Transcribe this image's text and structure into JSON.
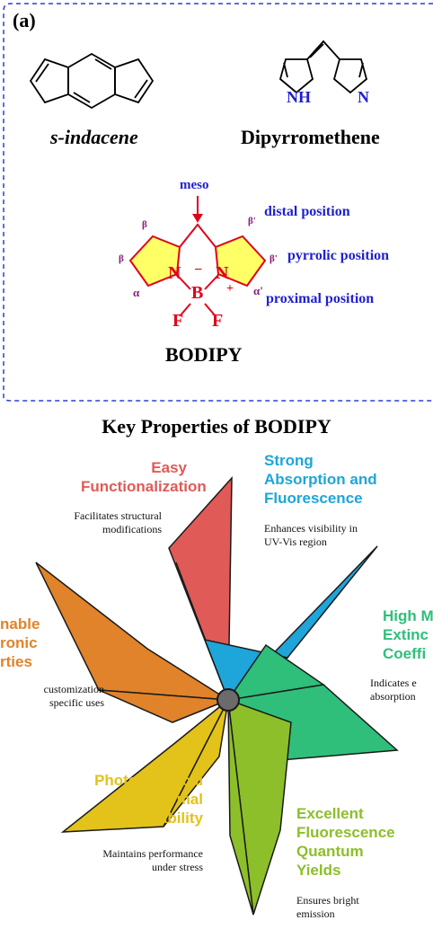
{
  "panel_a": {
    "label": "(a)",
    "indacene_label": "s-indacene",
    "dipyrro_label": "Dipyrromethene",
    "nh_label": "NH",
    "n_label": "N",
    "bodipy_label": "BODIPY",
    "meso_label": "meso",
    "beta": "β",
    "beta_prime": "β'",
    "alpha": "α",
    "alpha_prime": "α'",
    "atom_n": "N",
    "atom_b": "B",
    "atom_f": "F",
    "minus": "−",
    "plus": "+",
    "distal": "distal position",
    "pyrrolic": "pyrrolic position",
    "proximal": "proximal position",
    "colors": {
      "border": "#2a3fd6",
      "label_blue": "#1f1fd0",
      "atom_red": "#e0001a",
      "greek": "#8a1c7a",
      "ring_fill": "#ffff66"
    }
  },
  "panel_b": {
    "title": "Key Properties of BODIPY",
    "properties": [
      {
        "title_lines": [
          "Easy",
          "Functionalization"
        ],
        "desc_lines": [
          "Facilitates structural",
          "modifications"
        ],
        "color": "#e05a57"
      },
      {
        "title_lines": [
          "Strong",
          "Absorption and",
          "Fluorescence"
        ],
        "desc_lines": [
          "Enhances visibility in",
          "UV-Vis region"
        ],
        "color": "#1ea5d9"
      },
      {
        "title_lines": [
          "High M",
          "Extinc",
          "Coeffi"
        ],
        "desc_lines": [
          "Indicates e",
          "absorption"
        ],
        "color": "#2fbf7a"
      },
      {
        "title_lines": [
          "Excellent",
          "Fluorescence",
          "Quantum",
          "Yields"
        ],
        "desc_lines": [
          "Ensures bright",
          "emission"
        ],
        "color": "#8cbf2a"
      },
      {
        "title_lines": [
          "Photochemical",
          "and Thermal",
          "Stability"
        ],
        "desc_lines": [
          "Maintains performance",
          "under stress"
        ],
        "color": "#e3c21a"
      },
      {
        "title_lines": [
          "nable",
          "ronic",
          "rties"
        ],
        "desc_lines": [
          "customization",
          "specific uses"
        ],
        "color": "#e0832a"
      }
    ]
  }
}
